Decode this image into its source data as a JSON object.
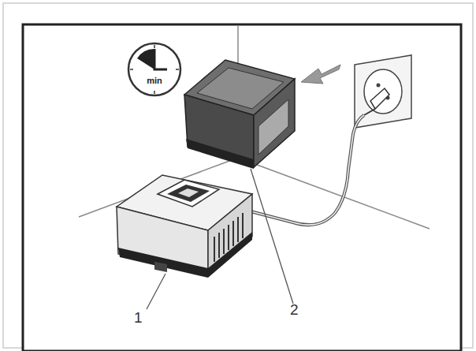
{
  "diagram": {
    "nodes": [
      {
        "text": [
          "min"
        ]
      }
    ],
    "labels": [
      "1",
      "2"
    ]
  }
}
